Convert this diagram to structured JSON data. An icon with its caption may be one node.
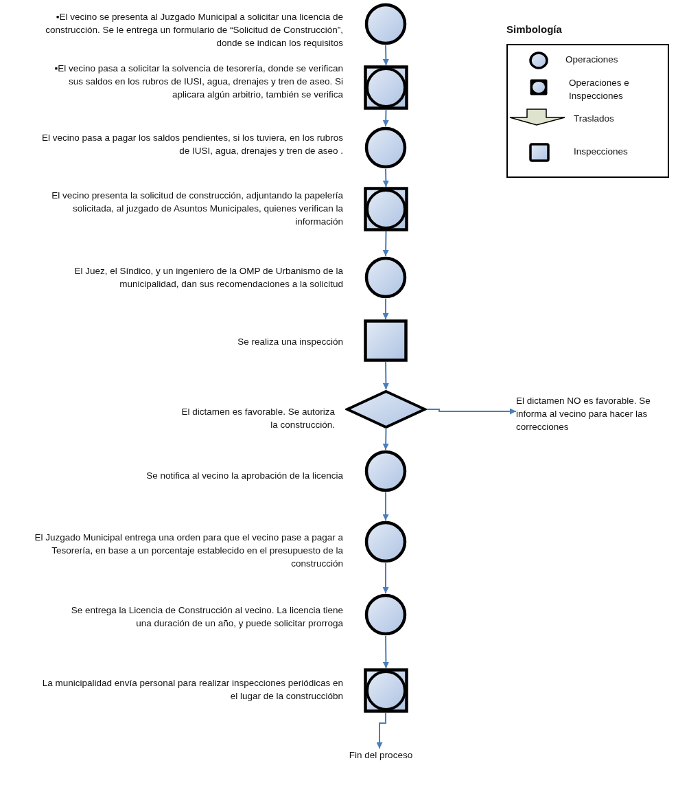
{
  "diagram": {
    "nodes": [
      {
        "text": [],
        "shape": "circle",
        "beside": [
          "▪El vecino se presenta al Juzgado Municipal a solicitar una licencia de construcción. Se le entrega un formulario de “Solicitud de Construcción”, donde se indican los requisitos"
        ]
      },
      {
        "text": [],
        "shape": "frame",
        "beside": [
          "▪El vecino pasa a solicitar la solvencia de tesorería, donde se verifican sus saldos en los rubros de IUSI, agua, drenajes y tren de aseo. Si aplicara algún arbitrio, también se verifica"
        ]
      },
      {
        "text": [],
        "shape": "circle",
        "beside": [
          "El vecino pasa a pagar los saldos pendientes, si los tuviera, en los rubros de IUSI, agua, drenajes y tren de aseo ."
        ]
      },
      {
        "text": [],
        "shape": "frame",
        "beside": [
          "El vecino presenta la solicitud de construcción, adjuntando la papelería solicitada, al juzgado de Asuntos Municipales, quienes verifican la información"
        ]
      },
      {
        "text": [],
        "shape": "circle",
        "beside": [
          "El Juez, el Síndico, y un ingeniero de la OMP de Urbanismo de la municipalidad, dan sus recomendaciones a la solicitud"
        ]
      },
      {
        "text": [],
        "shape": "box",
        "beside": [
          "Se realiza una inspección"
        ]
      },
      {
        "text": [],
        "shape": "diamond",
        "beside": [
          "El dictamen es favorable. Se autoriza la construcción."
        ]
      },
      {
        "text": [],
        "shape": "circle",
        "beside": [
          "Se notifica al vecino la aprobación de la licencia"
        ]
      },
      {
        "text": [],
        "shape": "circle",
        "beside": [
          "El Juzgado Municipal entrega una orden para que el vecino pase a pagar a Tesorería, en base a un porcentaje establecido en el presupuesto de la construcción"
        ]
      },
      {
        "text": [],
        "shape": "circle",
        "beside": [
          "Se entrega la Licencia de Construcción al vecino. La licencia tiene una duración de un año, y puede solicitar prorroga"
        ]
      },
      {
        "text": [],
        "shape": "frame",
        "beside": [
          "La municipalidad envía personal para realizar inspecciones periódicas en el lugar de la construccióbn"
        ]
      },
      {
        "text": [
          "El dictamen NO es favorable. Se informa al vecino para hacer las correcciones"
        ]
      },
      {
        "text": [
          "Fin del proceso"
        ]
      }
    ],
    "edges": [
      {
        "from": 0,
        "to": 1,
        "arrow": "to"
      },
      {
        "from": 1,
        "to": 2,
        "arrow": "to"
      },
      {
        "from": 2,
        "to": 3,
        "arrow": "to"
      },
      {
        "from": 3,
        "to": 4,
        "arrow": "to"
      },
      {
        "from": 4,
        "to": 5,
        "arrow": "to"
      },
      {
        "from": 5,
        "to": 6,
        "arrow": "to"
      },
      {
        "from": 6,
        "to": 7,
        "arrow": "to"
      },
      {
        "from": 6,
        "to": 11,
        "arrow": "to"
      },
      {
        "from": 7,
        "to": 8,
        "arrow": "to"
      },
      {
        "from": 8,
        "to": 9,
        "arrow": "to"
      },
      {
        "from": 9,
        "to": 10,
        "arrow": "to"
      },
      {
        "from": 10,
        "to": 12,
        "arrow": "to"
      }
    ],
    "labels": [
      "Simbología"
    ],
    "legend": [
      {
        "text": "Operaciones"
      },
      {
        "text": "Operaciones e Inspecciones"
      },
      {
        "text": "Traslados"
      },
      {
        "text": "Inspecciones"
      }
    ]
  }
}
